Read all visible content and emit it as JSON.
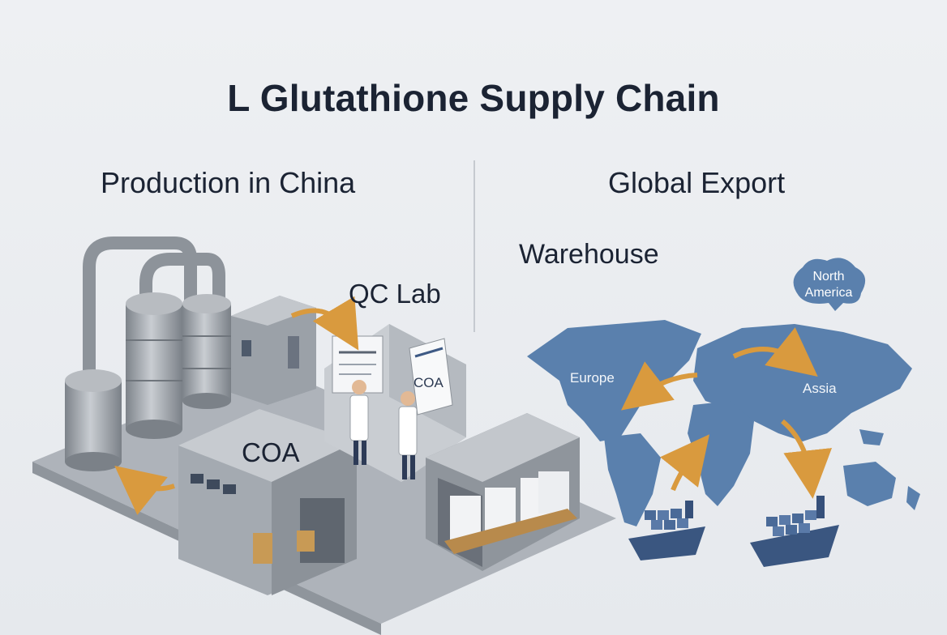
{
  "title": "L Glutathione Supply Chain",
  "sections": {
    "left_heading": "Production in China",
    "right_heading": "Global Export"
  },
  "labels": {
    "qc_lab": "QC Lab",
    "coa_building": "COA",
    "coa_document": "COA",
    "warehouse": "Warehouse",
    "north_america": [
      "North",
      "America"
    ],
    "europe": "Europe",
    "asia": "Assia"
  },
  "colors": {
    "text": "#1b2333",
    "arrow": "#d99a3e",
    "map": "#5a80ad",
    "ship": "#3a5680",
    "steel": "#9aa0a7",
    "background": "#e9ecef"
  }
}
